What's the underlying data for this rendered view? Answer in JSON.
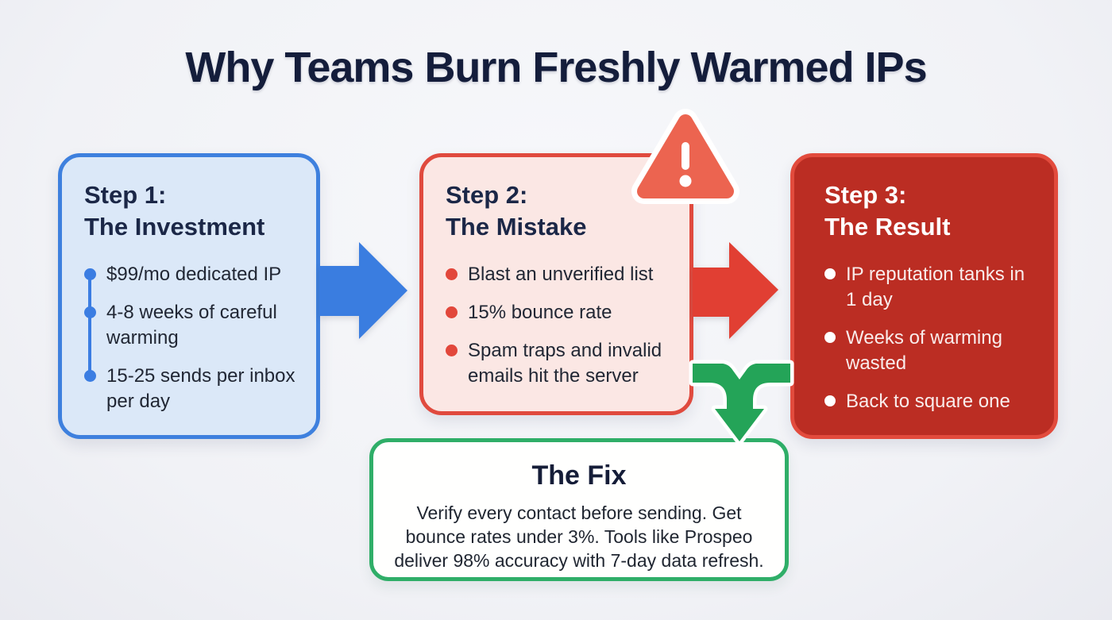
{
  "title": "Why Teams Burn Freshly Warmed IPs",
  "steps": [
    {
      "heading_line1": "Step 1:",
      "heading_line2": "The Investment",
      "bullets": [
        "$99/mo dedicated IP",
        "4-8 weeks of careful warming",
        "15-25 sends per inbox per day"
      ]
    },
    {
      "heading_line1": "Step 2:",
      "heading_line2": "The Mistake",
      "bullets": [
        "Blast an unverified list",
        "15% bounce rate",
        "Spam traps and invalid emails hit the server"
      ]
    },
    {
      "heading_line1": "Step 3:",
      "heading_line2": "The Result",
      "bullets": [
        "IP reputation tanks in 1 day",
        "Weeks of warming wasted",
        "Back to square one"
      ]
    }
  ],
  "fix": {
    "heading": "The Fix",
    "body_lines": [
      "Verify every contact before sending. Get",
      "bounce rates under 3%. Tools like Prospeo",
      "deliver 98% accuracy with 7-day data refresh."
    ]
  },
  "icons": {
    "warning_triangle": "warning-triangle-icon"
  },
  "colors": {
    "background": "#f1f2f6",
    "title_navy": "#141d3b",
    "step1_fill": "#dbe8f8",
    "step1_border": "#3e80de",
    "step1_bullet": "#3b7de2",
    "step2_fill": "#fbe7e4",
    "step2_border": "#e04a3e",
    "step2_bullet": "#e2473b",
    "step3_fill": "#bb2d23",
    "step3_border": "#e24b3d",
    "fix_border": "#2fae68",
    "arrow_blue": "#3a7de0",
    "arrow_red": "#e13f33",
    "arrow_green": "#24a458",
    "warning_orange": "#ec6450"
  }
}
